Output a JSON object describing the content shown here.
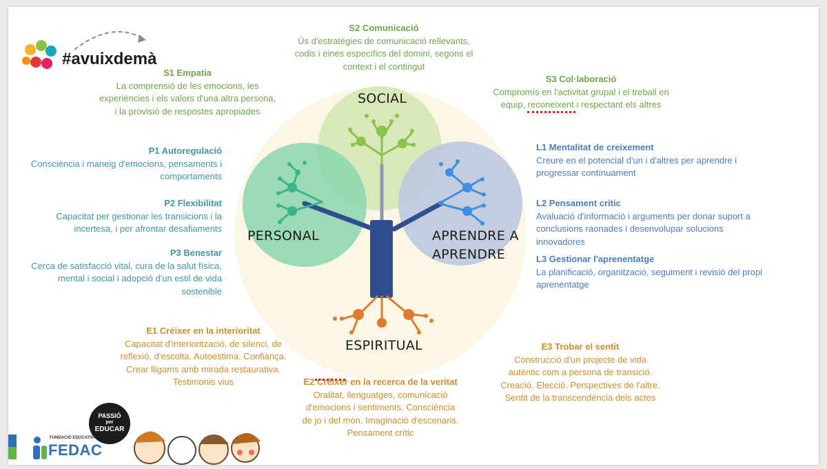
{
  "logo": {
    "hashtag": "#avuixdemà"
  },
  "diagram": {
    "circles": {
      "social": "SOCIAL",
      "personal": "PERSONAL",
      "learn": [
        "APRENDRE A",
        "APRENDRE"
      ],
      "spirit": "ESPIRITUAL"
    }
  },
  "social": {
    "s1": {
      "title": "S1 Empatia",
      "lines": [
        "La comprensió de les emocions, les",
        "experiències i els valors d'una altra persona,",
        "i la provisió de respostes apropiades"
      ]
    },
    "s2": {
      "title": "S2 Comunicació",
      "lines": [
        "Ús d'estratègies de comunicació rellevants,",
        "codis i eines específics del domini, segons el",
        "context i el contingut"
      ]
    },
    "s3": {
      "title": "S3 Col·laboració",
      "lines": [
        "Compromís en l'activitat grupal i el treball en",
        "equip, reconeixent i respectant els altres"
      ]
    }
  },
  "personal": {
    "p1": {
      "title": "P1 Autoregulació",
      "lines": [
        "Consciència i maneig d'emocions, pensaments i",
        "comportaments"
      ]
    },
    "p2": {
      "title": "P2 Flexibilitat",
      "lines": [
        "Capacitat per gestionar les transicions i la",
        "incertesa, i per afrontar desafiaments"
      ]
    },
    "p3": {
      "title": "P3 Benestar",
      "lines": [
        "Cerca de satisfacció vital, cura de la salut física,",
        "mental i social i adopció d'un estil de vida",
        "sostenible"
      ]
    }
  },
  "learn": {
    "l1": {
      "title": "L1 Mentalitat de creixement",
      "lines": [
        "Creure en el potencial d'un i d'altres per aprendre i",
        "progressar contínuament"
      ]
    },
    "l2": {
      "title": "L2 Pensament crític",
      "lines": [
        "Avaluació d'informació i arguments per donar suport a",
        "conclusions raonades i desenvolupar solucions",
        "innovadores"
      ]
    },
    "l3": {
      "title": "L3 Gestionar l'aprenentatge",
      "lines": [
        "La planificació, organització, seguiment i revisió del propi",
        "aprenentatge"
      ]
    }
  },
  "spirit": {
    "e1": {
      "title": "E1 Créixer en la interioritat",
      "lines": [
        "Capacitat d'interiorització, de silenci, de",
        "reflexió, d'escolta. Autoestima. Confiança.",
        "Crear lligams amb mirada restaurativa.",
        "Testimonis vius"
      ]
    },
    "e2": {
      "title": "E2 Créixer en la recerca de la veritat",
      "lines": [
        "Oralitat, llenguatges, comunicació",
        "d'emocions i sentiments. Consciència",
        "de jo i del món. Imaginació d'escenaris.",
        "Pensament crític"
      ]
    },
    "e3": {
      "title": "E3 Trobar el sentit",
      "lines": [
        "Construcció d'un projecte de vida",
        "autèntic com a persona de transició.",
        "Creació. Elecció. Perspectives de l'altre.",
        "Sentit de la transcendència dels actes"
      ]
    }
  },
  "footer": {
    "badge": [
      "PASSIÓ",
      "per",
      "EDUCAR"
    ],
    "fedac_small": "FUNDACIÓ EDUCATIVA",
    "fedac": "FEDAC"
  },
  "colors": {
    "social": "#6da54a",
    "personal": "#3d98a0",
    "learn": "#4a7cc6",
    "spirit": "#d28c2c",
    "trunk": "#2f4e8f"
  }
}
